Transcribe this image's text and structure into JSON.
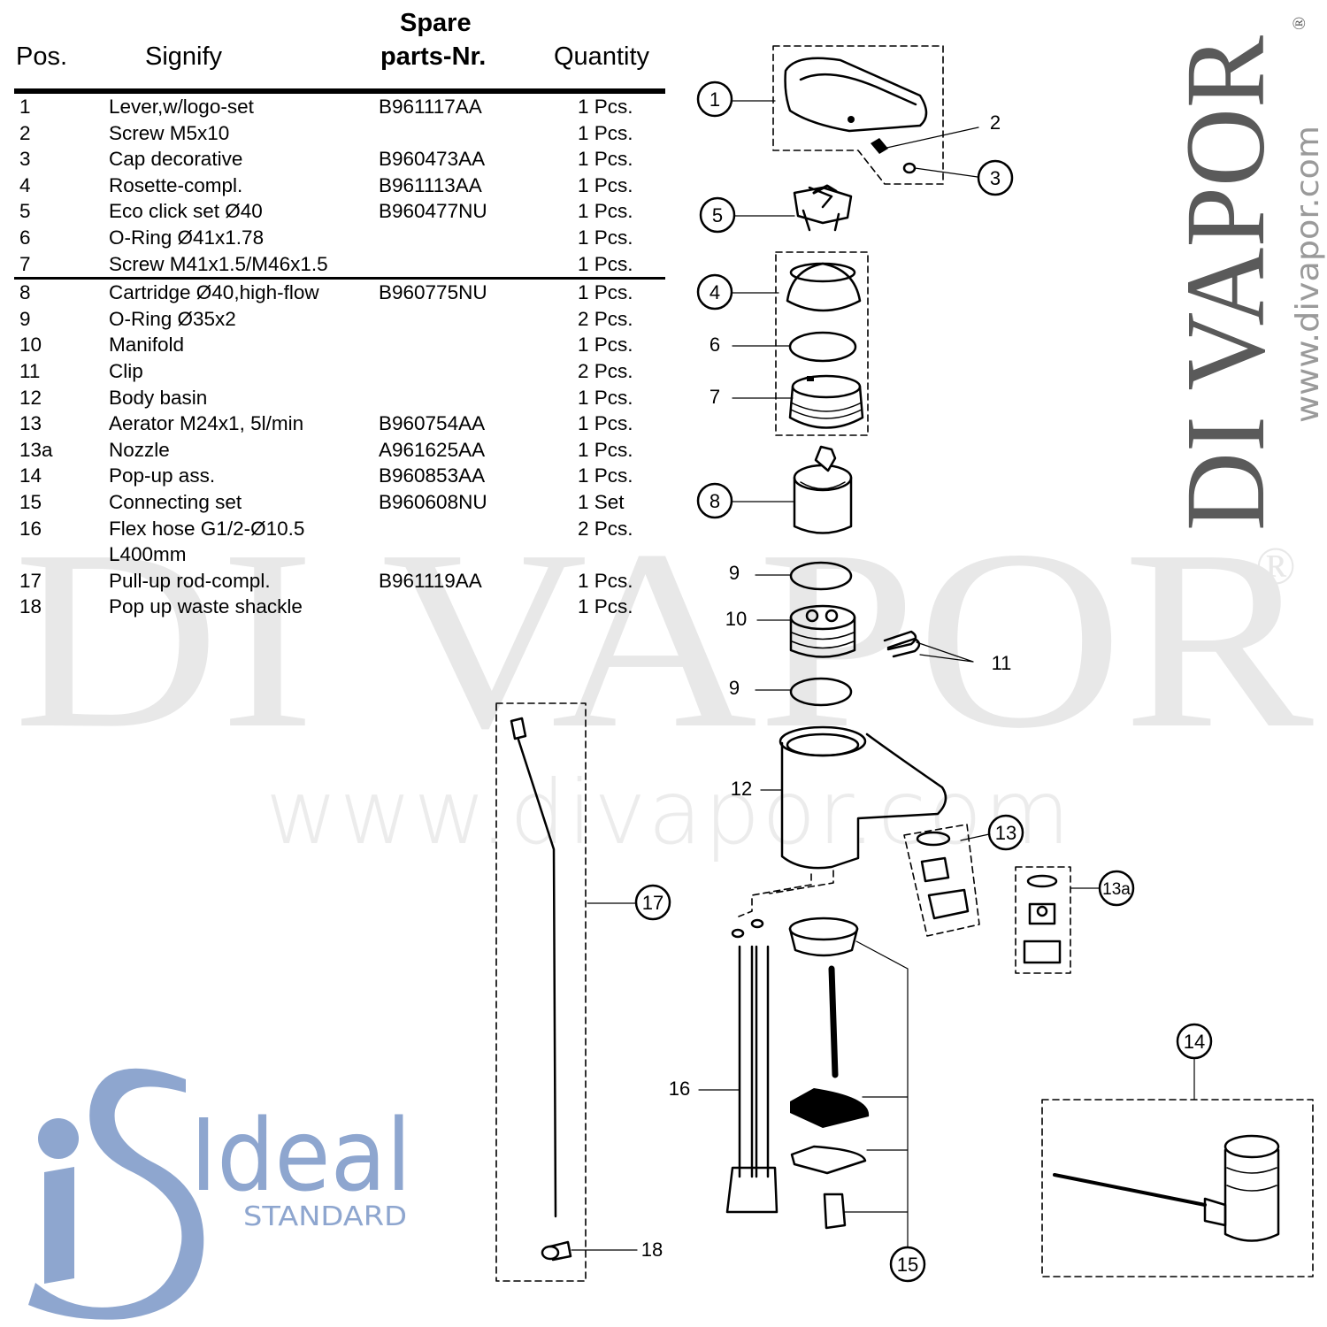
{
  "table": {
    "headers": {
      "pos": "Pos.",
      "signify": "Signify",
      "spare_line1": "Spare",
      "spare_line2": "parts-Nr.",
      "quantity": "Quantity"
    },
    "rows": [
      {
        "pos": "1",
        "signify": "Lever,w/logo-set",
        "part_nr": "B961117AA",
        "qty": "1 Pcs."
      },
      {
        "pos": "2",
        "signify": "Screw M5x10",
        "part_nr": "",
        "qty": "1 Pcs."
      },
      {
        "pos": "3",
        "signify": "Cap decorative",
        "part_nr": "B960473AA",
        "qty": "1 Pcs."
      },
      {
        "pos": "4",
        "signify": "Rosette-compl.",
        "part_nr": "B961113AA",
        "qty": "1 Pcs."
      },
      {
        "pos": "5",
        "signify": "Eco click set Ø40",
        "part_nr": "B960477NU",
        "qty": "1 Pcs."
      },
      {
        "pos": "6",
        "signify": "O-Ring Ø41x1.78",
        "part_nr": "",
        "qty": "1 Pcs."
      },
      {
        "pos": "7",
        "signify": "Screw M41x1.5/M46x1.5",
        "part_nr": "",
        "qty": "1 Pcs."
      },
      {
        "pos": "8",
        "signify": "Cartridge Ø40,high-flow",
        "part_nr": "B960775NU",
        "qty": "1 Pcs."
      },
      {
        "pos": "9",
        "signify": "O-Ring Ø35x2",
        "part_nr": "",
        "qty": "2 Pcs."
      },
      {
        "pos": "10",
        "signify": "Manifold",
        "part_nr": "",
        "qty": "1 Pcs."
      },
      {
        "pos": "11",
        "signify": "Clip",
        "part_nr": "",
        "qty": "2 Pcs."
      },
      {
        "pos": "12",
        "signify": "Body basin",
        "part_nr": "",
        "qty": "1 Pcs."
      },
      {
        "pos": "13",
        "signify": "Aerator M24x1, 5l/min",
        "part_nr": "B960754AA",
        "qty": "1 Pcs."
      },
      {
        "pos": "13a",
        "signify": "Nozzle",
        "part_nr": "A961625AA",
        "qty": "1 Pcs."
      },
      {
        "pos": "14",
        "signify": "Pop-up ass.",
        "part_nr": "B960853AA",
        "qty": "1 Pcs."
      },
      {
        "pos": "15",
        "signify": "Connecting set",
        "part_nr": "B960608NU",
        "qty": "1 Set"
      },
      {
        "pos": "16",
        "signify": "Flex hose G1/2-Ø10.5",
        "part_nr": "",
        "qty": "2 Pcs."
      },
      {
        "pos": "",
        "signify": "L400mm",
        "part_nr": "",
        "qty": ""
      },
      {
        "pos": "17",
        "signify": "Pull-up rod-compl.",
        "part_nr": "B961119AA",
        "qty": "1 Pcs."
      },
      {
        "pos": "18",
        "signify": "Pop up waste shackle",
        "part_nr": "",
        "qty": "1 Pcs."
      }
    ]
  },
  "diagram": {
    "callouts": [
      "1",
      "2",
      "3",
      "4",
      "5",
      "6",
      "7",
      "8",
      "9",
      "10",
      "11",
      "12",
      "13",
      "13a",
      "14",
      "15",
      "16",
      "17",
      "18"
    ]
  },
  "watermark": {
    "brand": "DI VAPOR",
    "registered": "®",
    "url": "www.divapor.com"
  },
  "logo": {
    "word": "Ideal",
    "sub": "STANDARD"
  },
  "colors": {
    "logo_blue": "#8ea6cf",
    "watermark": "#e6e6e6",
    "brand_vertical": "#595959",
    "brand_url": "#9a9a9a"
  }
}
